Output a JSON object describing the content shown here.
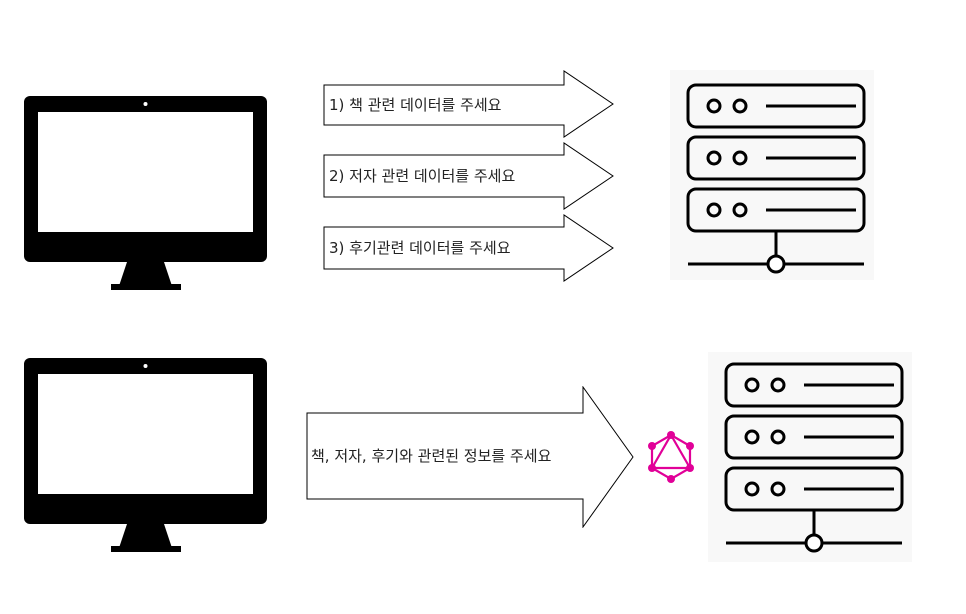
{
  "top_section": {
    "requests": [
      {
        "label": "1) 책 관련 데이터를 주세요"
      },
      {
        "label": "2) 저자 관련 데이터를 주세요"
      },
      {
        "label": "3) 후기관련 데이터를 주세요"
      }
    ]
  },
  "bottom_section": {
    "request": {
      "label": "책, 저자, 후기와 관련된 정보를 주세요"
    }
  },
  "colors": {
    "device": "#000000",
    "arrow_stroke": "#000000",
    "graphql_brand": "#E10098"
  },
  "icons": [
    "computer-monitor-icon",
    "server-rack-icon",
    "graphql-logo-icon"
  ]
}
